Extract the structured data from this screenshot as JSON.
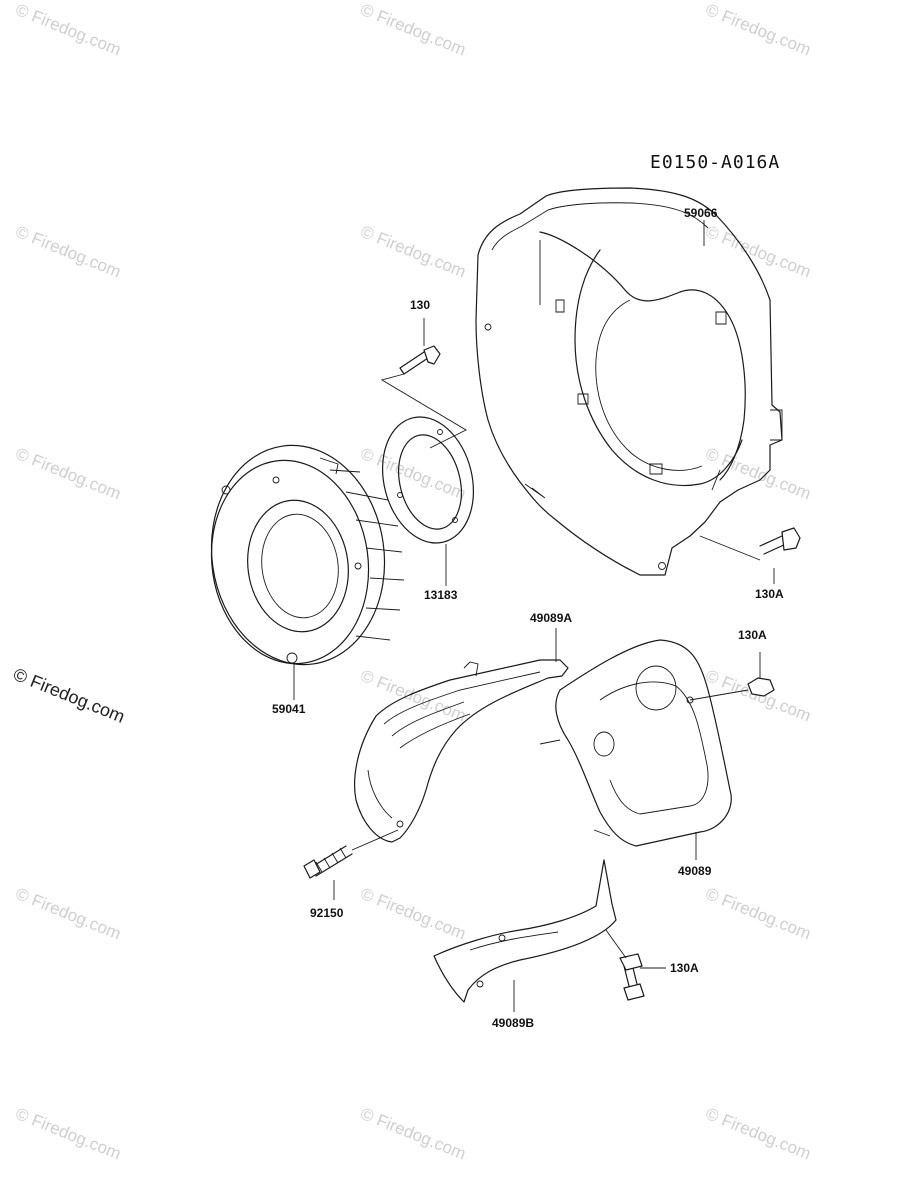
{
  "diagram": {
    "code": "E0150-A016A",
    "watermark_text": "© Firedog.com",
    "parts": [
      {
        "key": "p59066",
        "number": "59066"
      },
      {
        "key": "p130",
        "number": "130"
      },
      {
        "key": "p13183",
        "number": "13183"
      },
      {
        "key": "p59041",
        "number": "59041"
      },
      {
        "key": "p130A_a",
        "number": "130A"
      },
      {
        "key": "p49089A",
        "number": "49089A"
      },
      {
        "key": "p130A_b",
        "number": "130A"
      },
      {
        "key": "p49089",
        "number": "49089"
      },
      {
        "key": "p92150",
        "number": "92150"
      },
      {
        "key": "p130A_c",
        "number": "130A"
      },
      {
        "key": "p49089B",
        "number": "49089B"
      }
    ]
  }
}
